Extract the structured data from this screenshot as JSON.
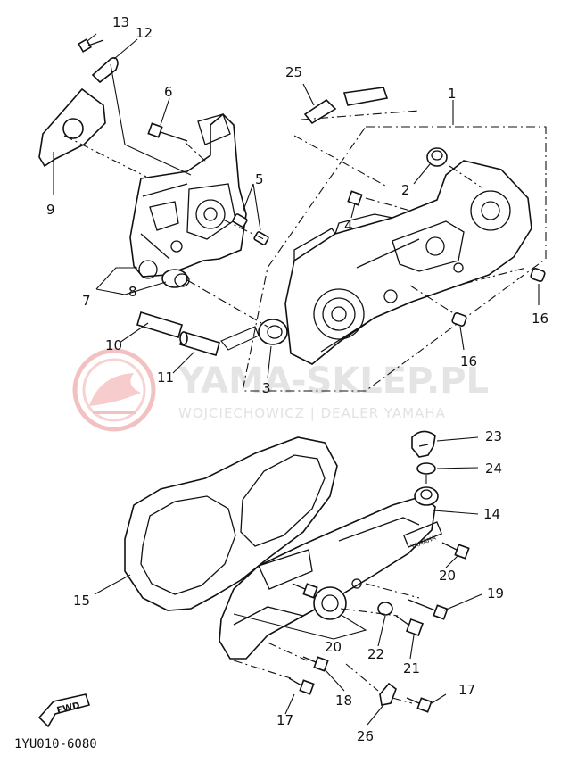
{
  "watermark": {
    "brand": "YAMA-SKLEP.PL",
    "dealer": "WOJCIECHOWICZ | DEALER YAMAHA"
  },
  "diagram_code": "1YU010-6080",
  "fwd_label": "FWD",
  "cover_brand": "YAMAHA",
  "callouts": {
    "c1": "1",
    "c2": "2",
    "c3": "3",
    "c4": "4",
    "c5": "5",
    "c6": "6",
    "c7": "7",
    "c8": "8",
    "c9": "9",
    "c10": "10",
    "c11": "11",
    "c12": "12",
    "c13": "13",
    "c14": "14",
    "c15": "15",
    "c16a": "16",
    "c16b": "16",
    "c17a": "17",
    "c17b": "17",
    "c18": "18",
    "c19": "19",
    "c20a": "20",
    "c20b": "20",
    "c21": "21",
    "c22": "22",
    "c23": "23",
    "c24": "24",
    "c25": "25",
    "c26": "26"
  },
  "colors": {
    "line": "#111111",
    "watermark_logo": "#f0b8b8",
    "watermark_text": "#e4e4e4"
  }
}
